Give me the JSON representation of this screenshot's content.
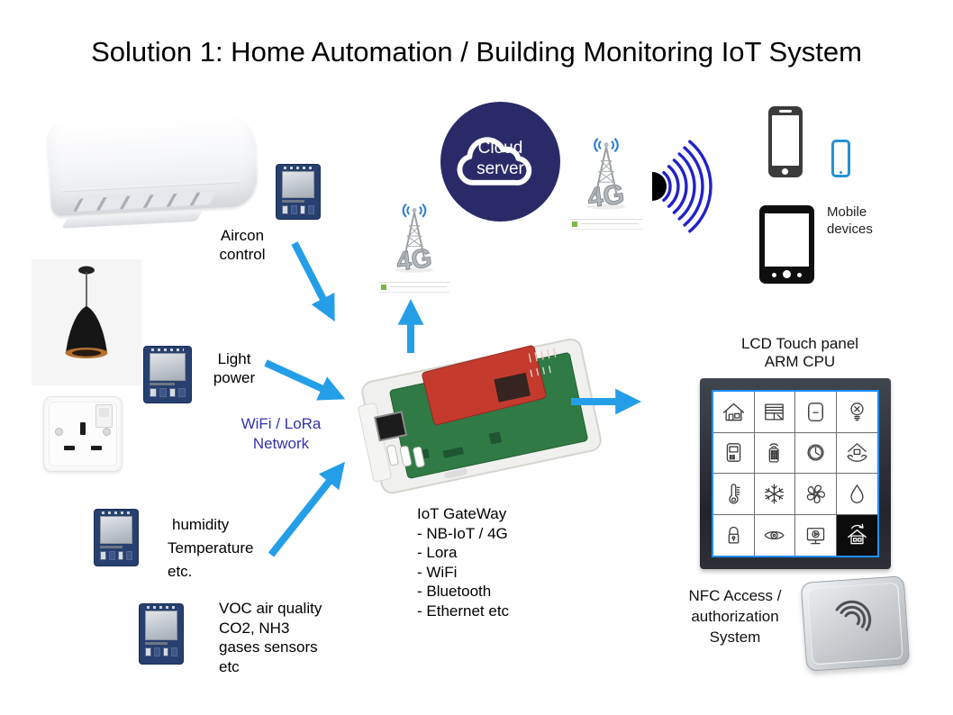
{
  "title": "Solution 1: Home Automation / Building Monitoring IoT System",
  "cloud": {
    "line1": "Cloud",
    "line2": "server"
  },
  "tower_label": "4G",
  "labels": {
    "aircon": {
      "line1": "Aircon",
      "line2": "control"
    },
    "light": {
      "line1": "Light",
      "line2": "power"
    },
    "network": {
      "line1": "WiFi / LoRa",
      "line2": "Network"
    },
    "humidity": {
      "line1": "humidity",
      "line2": "Temperature",
      "line3": "etc."
    },
    "voc": {
      "line1": "VOC air quality",
      "line2": "CO2, NH3",
      "line3": "gases sensors",
      "line4": "etc"
    },
    "mobile": {
      "line1": "Mobile",
      "line2": "devices"
    }
  },
  "gateway": {
    "title": "IoT GateWay",
    "features": [
      "- NB-IoT / 4G",
      "- Lora",
      "- WiFi",
      "- Bluetooth",
      "- Ethernet etc"
    ]
  },
  "lcd": {
    "line1": "LCD Touch panel",
    "line2": "ARM CPU",
    "icons": [
      "home",
      "blinds",
      "appliance",
      "bulb",
      "thermostat",
      "remote",
      "clock",
      "home-care",
      "thermometer",
      "snowflake",
      "fan",
      "water-drop",
      "lock",
      "eye",
      "media-player",
      "home-active"
    ],
    "active_icon": "home-active"
  },
  "nfc": {
    "line1": "NFC Access /",
    "line2": "authorization",
    "line3": "System"
  },
  "colors": {
    "arrow_blue": "#259ee8",
    "network_text_blue": "#3333aa",
    "cloud_navy": "#2b2a68",
    "lcd_accent_blue": "#1e90ff",
    "signal_wave_blue": "#2222c8"
  }
}
